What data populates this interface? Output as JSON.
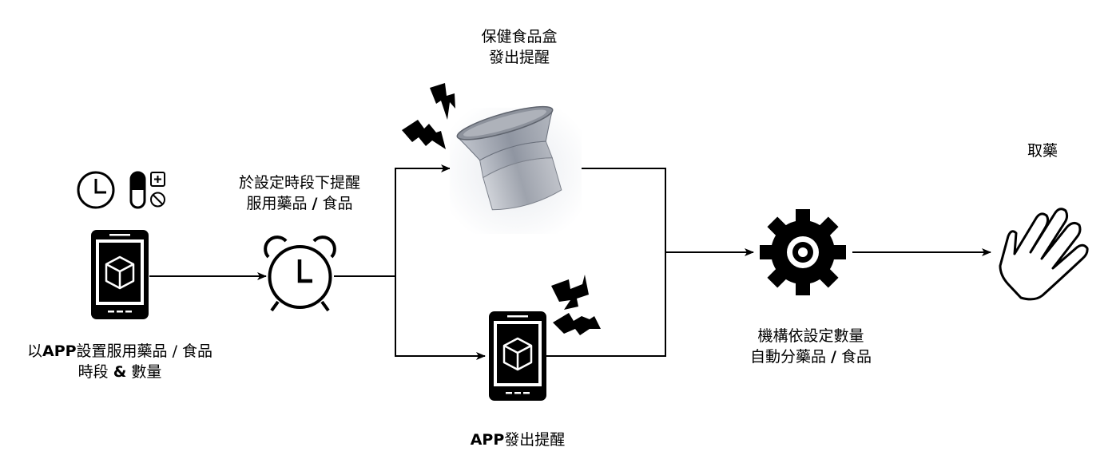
{
  "diagram": {
    "colors": {
      "stroke": "#000000",
      "background": "#ffffff",
      "box_top": "#9aa0ab",
      "box_bottom": "#a9adb5",
      "box_rim": "#6a707c"
    },
    "icons": {
      "status_icons": [
        "clock-icon",
        "pill-capsule-icon",
        "plus-minus-icon"
      ],
      "alarm": "alarm-clock-icon",
      "phone": "smartphone-app-icon",
      "box": "health-food-box-image",
      "gear": "gear-icon",
      "hand": "hand-icon",
      "alert": "lightning-alert-icon"
    },
    "nodes": {
      "app_setup": {
        "label_prefix": "以",
        "label_bold": "APP",
        "label_rest": "設置服用藥品 / 食品",
        "label_line2_a": "時段 ",
        "label_line2_bold": "&",
        "label_line2_b": " 數量"
      },
      "alarm": {
        "line1": "於設定時段下提醒",
        "line2_a": "服用藥品 ",
        "line2_bold": "/",
        "line2_b": " 食品"
      },
      "box": {
        "line1": "保健食品盒",
        "line2": "發出提醒"
      },
      "app_alert": {
        "label_bold": "APP",
        "label_rest": "發出提醒"
      },
      "mechanism": {
        "line1": "機構依設定數量",
        "line2_a": "自動分藥品 ",
        "line2_bold": "/",
        "line2_b": " 食品"
      },
      "take": {
        "label": "取藥"
      }
    }
  }
}
